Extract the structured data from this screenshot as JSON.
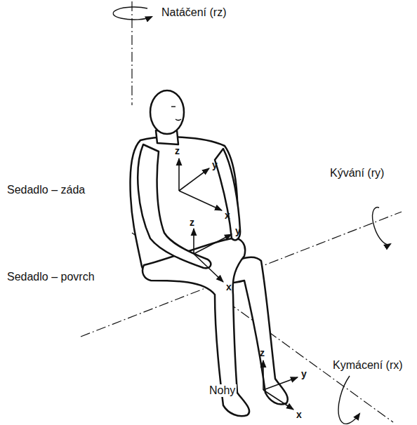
{
  "diagram": {
    "labels": [
      "Natáčení (rz)",
      "z",
      "y",
      "x",
      "Kývání (ry)",
      "Sedadlo – záda",
      "z",
      "y",
      "x",
      "Sedadlo – povrch",
      "Kymácení (rx)",
      "z",
      "y",
      "x",
      "Nohy"
    ]
  }
}
